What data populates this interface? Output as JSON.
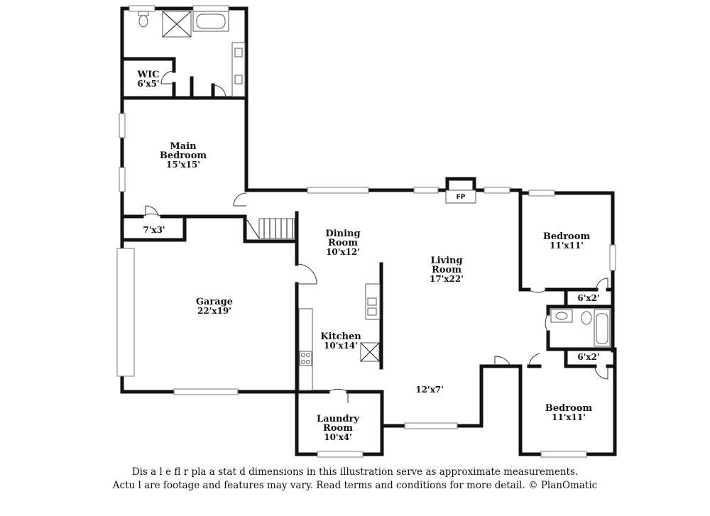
{
  "rooms": {
    "wic": {
      "name": "WIC",
      "dims": "6'x5'"
    },
    "main_bedroom": {
      "name_line1": "Main",
      "name_line2": "Bedroom",
      "dims": "15'x15'"
    },
    "closet_hall": {
      "dims": "7'x3'"
    },
    "garage": {
      "name": "Garage",
      "dims": "22'x19'"
    },
    "dining_room": {
      "name_line1": "Dining",
      "name_line2": "Room",
      "dims": "10'x12'"
    },
    "living_room": {
      "name_line1": "Living",
      "name_line2": "Room",
      "dims": "17'x22'"
    },
    "kitchen": {
      "name": "Kitchen",
      "dims": "10'x14'"
    },
    "laundry_room": {
      "name_line1": "Laundry",
      "name_line2": "Room",
      "dims": "10'x4'"
    },
    "hall": {
      "dims": "12'x7'"
    },
    "bedroom_top": {
      "name": "Bedroom",
      "dims": "11'x11'"
    },
    "closet_top": {
      "dims": "6'x2'"
    },
    "closet_bottom": {
      "dims": "6'x2'"
    },
    "bedroom_bottom": {
      "name": "Bedroom",
      "dims": "11'x11'"
    },
    "fireplace": {
      "label": "FP"
    }
  },
  "disclaimer": {
    "line1": "Dis  a    l e fl  r pla  a  stat  d dimensions in this illustration serve as approximate measurements.",
    "line2": "Actu  l   are footage and features may vary. Read terms and conditions for more detail. © PlanOmatic"
  }
}
